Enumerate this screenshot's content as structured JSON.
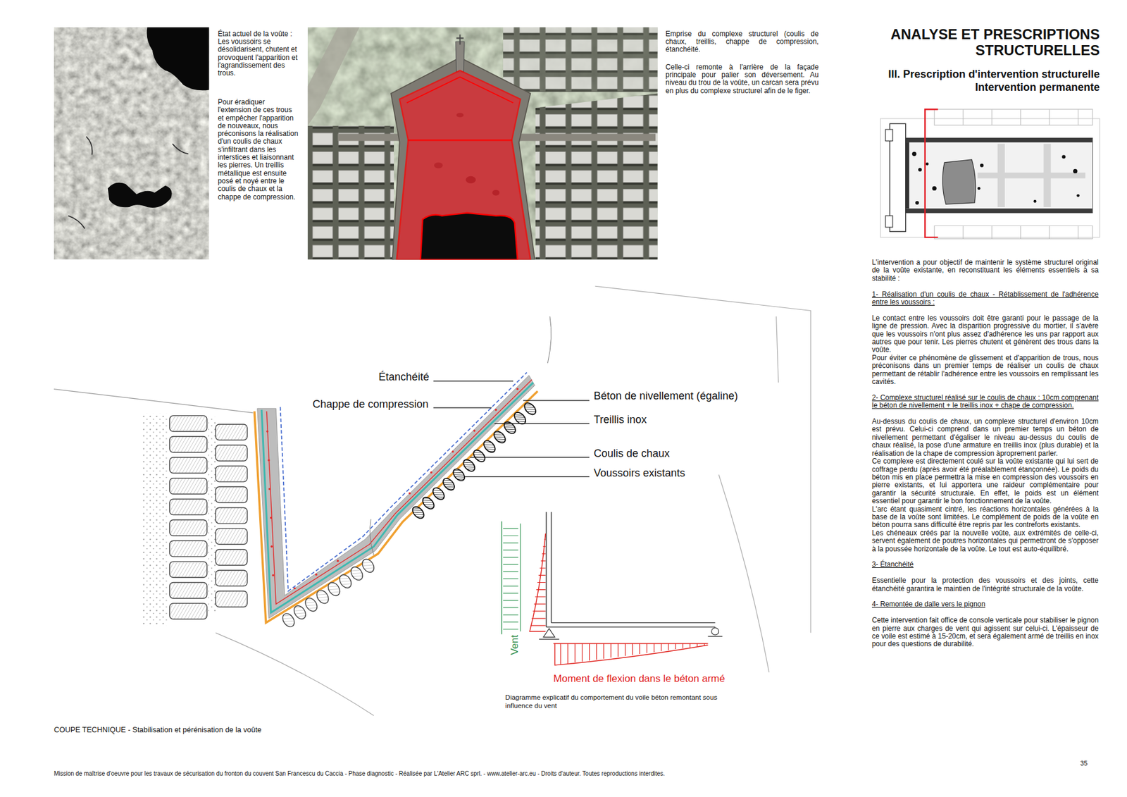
{
  "diagram": {
    "title": "ANALYSE ET PRESCRIPTIONS STRUCTURELLES",
    "caption": "COUPE TECHNIQUE - Stabilisation et pérénisation de la voûte",
    "labels": [
      "État actuel de la voûte : Les voussoirs se désolidarisent, chutent et provoquent l'apparition et l'agrandissement des trous.",
      "Pour éradiquer l'extension de ces trous et empêcher l'apparition de nouveaux, nous préconisons la réalisation d'un coulis de chaux s'infiltrant dans les interstices et liaisonnant les pierres. Un treillis métallique est ensuite posé et noyé entre le coulis de chaux et la chappe de compression.",
      "Emprise du complexe structurel (coulis de chaux, treillis, chappe de compression, étanchéité.",
      "Celle-ci remonte à l'arrière de la façade principale pour palier son déversement. Au niveau du trou de la voûte, un carcan sera prévu en plus du complexe structurel afin de le figer.",
      "III. Prescription d'intervention structurelle",
      "Intervention permanente",
      "L'intervention a pour objectif de maintenir le système structurel original de la voûte existante, en reconstituant les éléments essentiels à sa stabilité :",
      "1- Réalisation d'un coulis de chaux - Rétablissement de l'adhérence entre les voussoirs :",
      "Le contact entre les voussoirs doit être garanti pour le passage de la ligne de pression. Avec la disparition progressive du mortier, il s'avère que les voussoirs n'ont plus assez d'adhérence les uns par rapport aux autres que pour tenir. Les pierres chutent et génèrent des trous dans la voûte.",
      "Pour éviter ce phénomène de glissement et d'apparition de trous, nous préconisons dans un premier temps de réaliser un coulis de chaux permettant de rétablir l'adhérence entre les voussoirs en remplissant les cavités.",
      "2- Complexe structurel réalisé sur le coulis de chaux : 10cm comprenant le béton de nivellement + le treillis inox + chape de compression.",
      "Au-dessus du coulis de chaux, un complexe structurel d'environ 10cm est prévu. Celui-ci comprend dans un premier temps un béton de nivellement permettant d'égaliser le niveau au-dessus du coulis de chaux réalisé, la pose d'une armature en treillis inox (plus durable) et la réalisation de la chape de compression àproprement parler.",
      "Ce complexe est directement coulé sur la voûte existante qui lui sert de coffrage perdu (après avoir été préalablement étançonnée). Le poids du béton mis en place permettra la mise en compression des voussoirs en pierre existants, et lui apportera une raideur complémentaire pour garantir la sécurité structurale. En effet, le poids est un élément essentiel pour garantir le bon fonctionnement de la voûte.",
      "L'arc étant quasiment cintré, les réactions horizontales générées à la base de la voûte sont limitées. Le complément de poids de la voûte en béton pourra sans difficulté être repris par les contreforts existants.",
      "Les chéneaux créés par la nouvelle voûte, aux extrémités de celle-ci, servent également de poutres horizontales qui permettront de s'opposer à la poussée horizontale de la voûte. Le tout est auto-équilibré.",
      "3- Étanchéité",
      "Essentielle pour la protection des voussoirs et des joints, cette étanchéité garantira le maintien de l'intégrité structurale de la voûte.",
      "4- Remontée de dalle vers le pignon",
      "Cette intervention fait office de console verticale pour stabiliser le pignon en pierre aux charges de vent qui agissent sur celui-ci. L'épaisseur de ce voile est estimé à 15-20cm, et sera également armé de treillis en inox pour des questions de durabilité.",
      "Étanchéité",
      "Chappe de compression",
      "Béton de nivellement (égaline)",
      "Treillis inox",
      "Coulis de chaux",
      "Voussoirs existants",
      "Vent",
      "Moment de flexion dans le béton armé",
      "Diagramme explicatif du comportement du voile béton remontant sous influence du vent",
      "Mission de maîtrise d'oeuvre pour les travaux de sécurisation du fronton du couvent San Francescu du Caccia - Phase diagnostic - Réalisée par L'Atelier ARC sprl. - www.atelier-arc.eu - Droits d'auteur. Toutes reproductions interdites.",
      "35"
    ]
  }
}
